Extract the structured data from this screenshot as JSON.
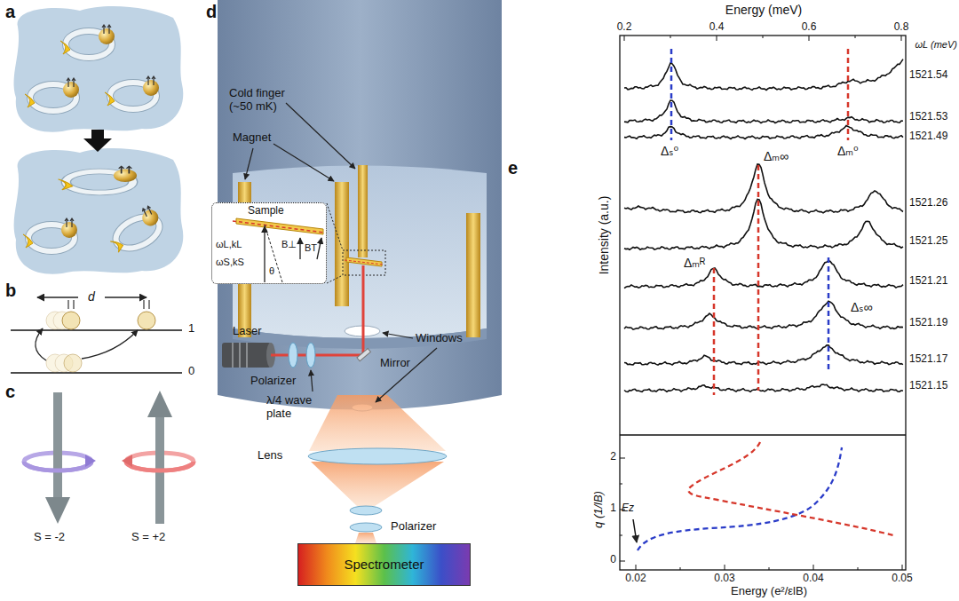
{
  "diagram": {
    "nodes": [
      {
        "text": [
          "Sample",
          "ωL,kL",
          "B⊥",
          "BT",
          "ωS,kS",
          "θ"
        ]
      },
      {
        "text": [
          "Spectrometer"
        ]
      }
    ],
    "labels": [
      "a",
      "b",
      "d",
      "1",
      "0",
      "c",
      "S = -2",
      "S = +2",
      "d",
      "Cold finger (~50 mK)",
      "Magnet",
      "Windows",
      "Laser",
      "Mirror",
      "Polarizer",
      "λ/4 wave plate",
      "Lens",
      "Polarizer",
      "e",
      "Energy (meV)",
      "0.2",
      "0.4",
      "0.6",
      "0.8",
      "ωL (meV)",
      "1521.54",
      "1521.53",
      "1521.49",
      "Δₛ⁰",
      "Δₘ⁰",
      "Δₘ∞",
      "1521.26",
      "1521.25",
      "Δₘᴿ",
      "1521.21",
      "Δₛ∞",
      "1521.19",
      "1521.17",
      "1521.15",
      "Intensity (a.u.)",
      "q (1/lB)",
      "2",
      "1",
      "0",
      "Ez",
      "0.02",
      "0.03",
      "0.04",
      "0.05",
      "Energy (e²/εlB)"
    ]
  }
}
